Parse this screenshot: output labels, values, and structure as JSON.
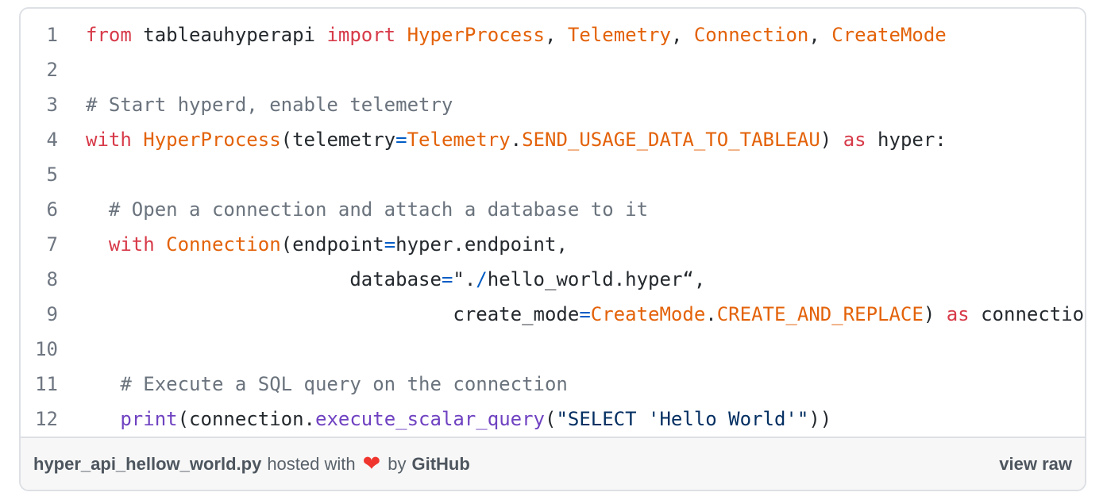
{
  "colors": {
    "ui": {
      "border": "#dde0e4",
      "footer_bg": "#f7f7f7",
      "footer_text": "#59626b",
      "footer_bold": "#4d555e",
      "code_bg": "#ffffff",
      "line_number": "#6e7681",
      "heart": "#f0352e"
    },
    "tokens": {
      "kw": "#d73a49",
      "en": "#e36209",
      "cm": "#6a737d",
      "op": "#005cc5",
      "fn": "#6f42c1",
      "st": "#032f62",
      "pl": "#24292e"
    }
  },
  "code": {
    "language": "python",
    "lines": [
      {
        "n": "1",
        "tokens": [
          [
            "kw",
            "from"
          ],
          [
            "pl",
            " tableauhyperapi "
          ],
          [
            "kw",
            "import"
          ],
          [
            "pl",
            " "
          ],
          [
            "en",
            "HyperProcess"
          ],
          [
            "pl",
            ", "
          ],
          [
            "en",
            "Telemetry"
          ],
          [
            "pl",
            ", "
          ],
          [
            "en",
            "Connection"
          ],
          [
            "pl",
            ", "
          ],
          [
            "en",
            "CreateMode"
          ]
        ]
      },
      {
        "n": "2",
        "tokens": []
      },
      {
        "n": "3",
        "tokens": [
          [
            "cm",
            "# Start hyperd, enable telemetry"
          ]
        ]
      },
      {
        "n": "4",
        "tokens": [
          [
            "kw",
            "with"
          ],
          [
            "pl",
            " "
          ],
          [
            "en",
            "HyperProcess"
          ],
          [
            "pl",
            "(telemetry"
          ],
          [
            "op",
            "="
          ],
          [
            "en",
            "Telemetry"
          ],
          [
            "pl",
            "."
          ],
          [
            "en",
            "SEND_USAGE_DATA_TO_TABLEAU"
          ],
          [
            "pl",
            ") "
          ],
          [
            "kw",
            "as"
          ],
          [
            "pl",
            " hyper:"
          ]
        ]
      },
      {
        "n": "5",
        "tokens": []
      },
      {
        "n": "6",
        "tokens": [
          [
            "cm",
            "  # Open a connection and attach a database to it"
          ]
        ]
      },
      {
        "n": "7",
        "tokens": [
          [
            "pl",
            "  "
          ],
          [
            "kw",
            "with"
          ],
          [
            "pl",
            " "
          ],
          [
            "en",
            "Connection"
          ],
          [
            "pl",
            "(endpoint"
          ],
          [
            "op",
            "="
          ],
          [
            "pl",
            "hyper.endpoint,"
          ]
        ]
      },
      {
        "n": "8",
        "tokens": [
          [
            "pl",
            "                       database"
          ],
          [
            "op",
            "="
          ],
          [
            "pl",
            "\"."
          ],
          [
            "op",
            "/"
          ],
          [
            "pl",
            "hello_world.hyper“,"
          ]
        ]
      },
      {
        "n": "9",
        "tokens": [
          [
            "pl",
            "                                create_mode"
          ],
          [
            "op",
            "="
          ],
          [
            "en",
            "CreateMode"
          ],
          [
            "pl",
            "."
          ],
          [
            "en",
            "CREATE_AND_REPLACE"
          ],
          [
            "pl",
            ") "
          ],
          [
            "kw",
            "as"
          ],
          [
            "pl",
            " connection:"
          ]
        ]
      },
      {
        "n": "10",
        "tokens": []
      },
      {
        "n": "11",
        "tokens": [
          [
            "cm",
            "   # Execute a SQL query on the connection"
          ]
        ]
      },
      {
        "n": "12",
        "tokens": [
          [
            "pl",
            "   "
          ],
          [
            "fn",
            "print"
          ],
          [
            "pl",
            "(connection."
          ],
          [
            "fn",
            "execute_scalar_query"
          ],
          [
            "pl",
            "("
          ],
          [
            "st",
            "\"SELECT 'Hello World'\""
          ],
          [
            "pl",
            "))"
          ]
        ]
      }
    ]
  },
  "footer": {
    "filename": "hyper_api_hellow_world.py",
    "hosted_with": "hosted with",
    "heart_icon": "❤",
    "by": "by",
    "github_label": "GitHub",
    "view_raw_label": "view raw"
  }
}
